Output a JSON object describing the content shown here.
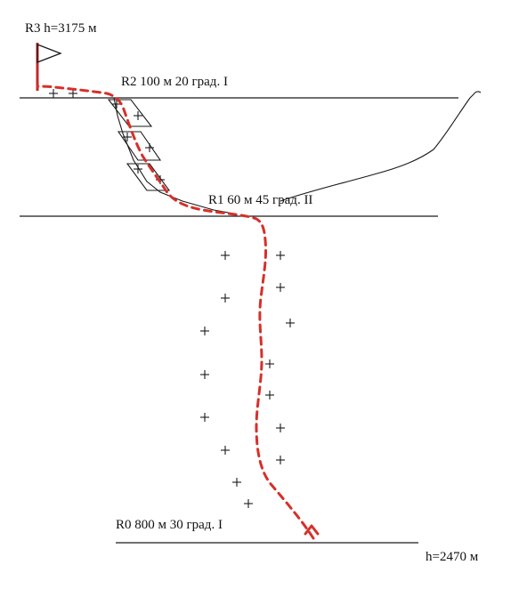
{
  "labels": {
    "summit": "R3 h=3175 м",
    "r2": "R2 100 м 20 град. I",
    "r1": "R1 60 м 45 град. II",
    "r0": "R0 800 м 30 град. I",
    "base": "h=2470 м"
  },
  "colors": {
    "ink": "#1a1a1a",
    "route": "#d6302a",
    "flag": "#c62828"
  },
  "icons": {
    "summit_flag": "flag-icon",
    "route_arrow": "arrow-up-icon",
    "rock_marker": "plus-icon"
  }
}
